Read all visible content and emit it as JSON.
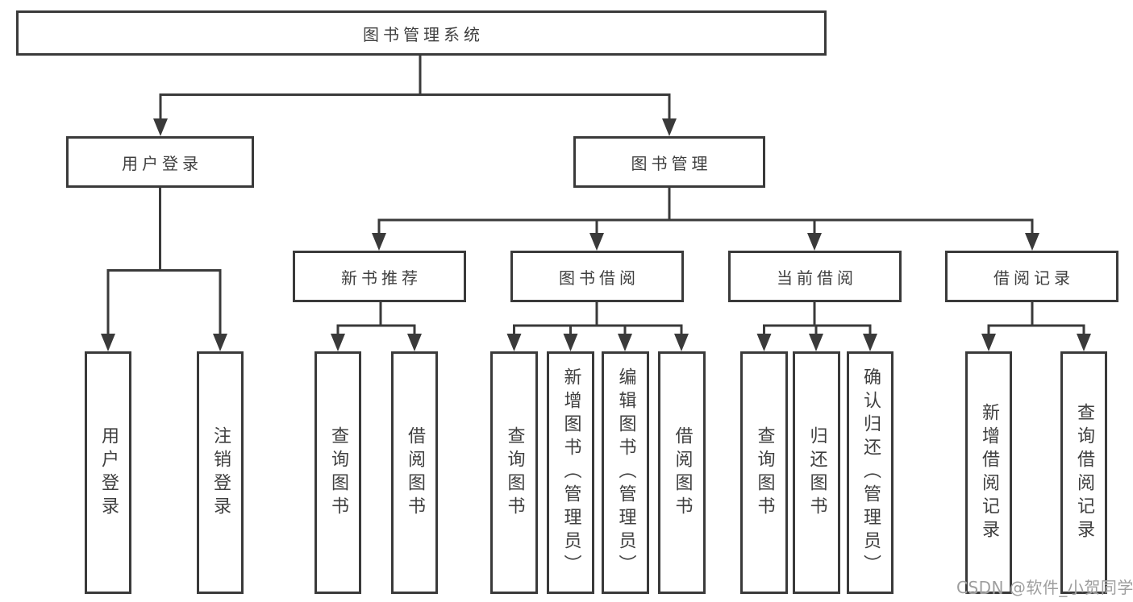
{
  "nodes": {
    "root": {
      "label": "图书管理系统"
    },
    "level2": [
      {
        "label": "用户登录",
        "parent": "图书管理系统"
      },
      {
        "label": "图书管理",
        "parent": "图书管理系统"
      }
    ],
    "level3": [
      {
        "label": "新书推荐",
        "parent": "图书管理"
      },
      {
        "label": "图书借阅",
        "parent": "图书管理"
      },
      {
        "label": "当前借阅",
        "parent": "图书管理"
      },
      {
        "label": "借阅记录",
        "parent": "图书管理"
      }
    ],
    "leaves": [
      {
        "label": "用户登录",
        "parent": "用户登录"
      },
      {
        "label": "注销登录",
        "parent": "用户登录"
      },
      {
        "label": "查询图书",
        "parent": "新书推荐"
      },
      {
        "label": "借阅图书",
        "parent": "新书推荐"
      },
      {
        "label": "查询图书",
        "parent": "图书借阅"
      },
      {
        "label": "新增图书（管理员）",
        "parent": "图书借阅"
      },
      {
        "label": "编辑图书（管理员）",
        "parent": "图书借阅"
      },
      {
        "label": "借阅图书",
        "parent": "图书借阅"
      },
      {
        "label": "查询图书",
        "parent": "当前借阅"
      },
      {
        "label": "归还图书",
        "parent": "当前借阅"
      },
      {
        "label": "确认归还（管理员）",
        "parent": "当前借阅"
      },
      {
        "label": "新增借阅记录",
        "parent": "借阅记录"
      },
      {
        "label": "查询借阅记录",
        "parent": "借阅记录"
      }
    ]
  },
  "watermark": "CSDN @软件_小贺同学",
  "colors": {
    "line": "#3a3a3a",
    "border": "#3a3a3a",
    "text": "#3f3f3f",
    "watermark": "#9e9e9e",
    "background": "#ffffff"
  }
}
